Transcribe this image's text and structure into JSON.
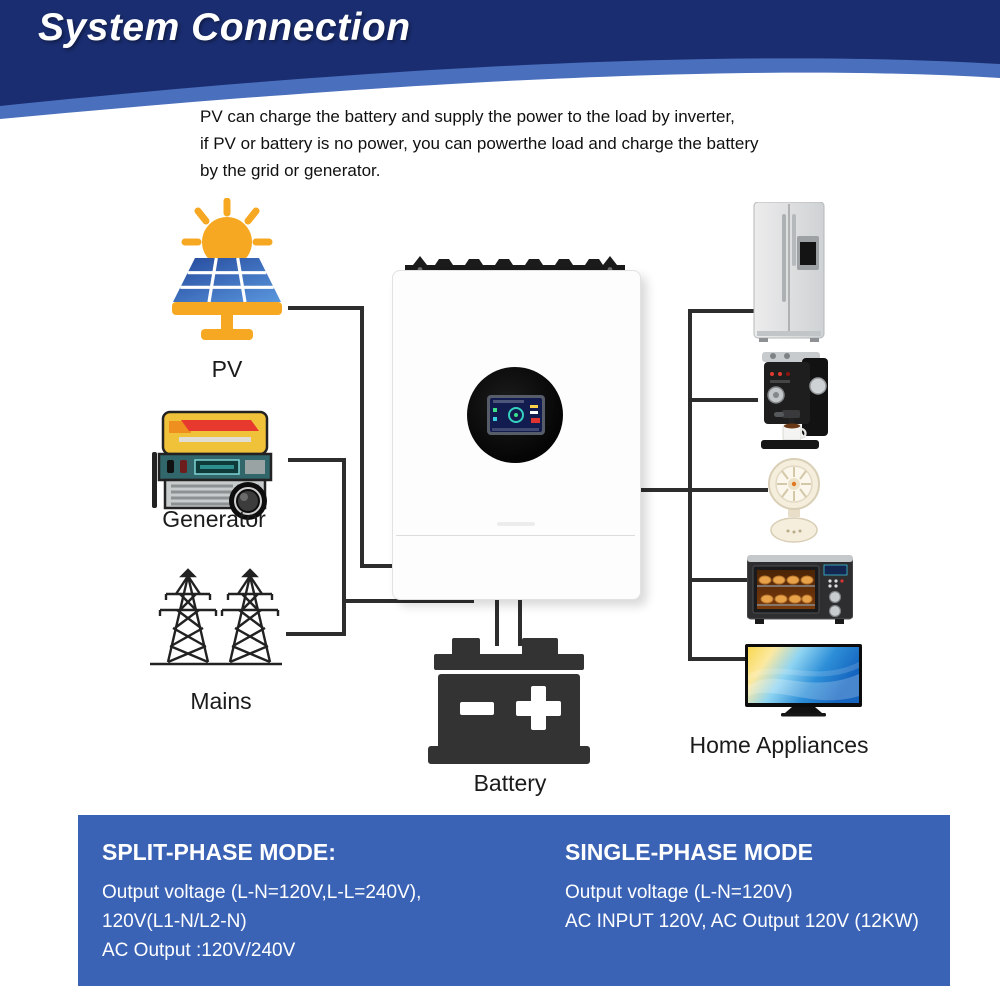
{
  "header": {
    "title": "System Connection"
  },
  "description": {
    "line1": "PV can charge the battery and supply the power to the load by inverter,",
    "line2": "if PV or battery is no power, you can powerthe load and charge the battery",
    "line3": "by the grid or generator."
  },
  "labels": {
    "pv": "PV",
    "generator": "Generator",
    "mains": "Mains",
    "battery": "Battery",
    "home_appliances": "Home Appliances"
  },
  "footer": {
    "split_phase": {
      "title": "SPLIT-PHASE MODE:",
      "lines": [
        "Output voltage (L-N=120V,L-L=240V),",
        "120V(L1-N/L2-N)",
        "AC Output :120V/240V"
      ]
    },
    "single_phase": {
      "title": "SINGLE-PHASE MODE",
      "lines": [
        "Output voltage (L-N=120V)",
        "AC INPUT 120V, AC Output 120V (12KW)"
      ]
    }
  },
  "colors": {
    "header_navy": "#1a2d70",
    "header_band": "#4a6fbd",
    "footer_panel": "#3b63b5",
    "wire": "#2d2d2d",
    "pv_orange": "#f7a823",
    "battery_dark": "#333333"
  }
}
